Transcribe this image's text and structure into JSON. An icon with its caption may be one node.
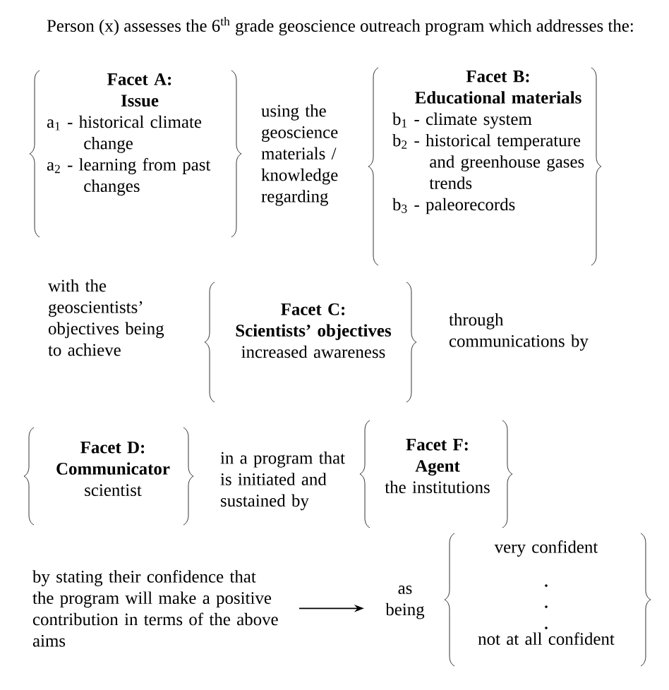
{
  "diagram": {
    "title": "Person (x) assesses the 6$^{th}$ grade geoscience outreach program which addresses the:",
    "nodes": [
      {
        "text": [
          "Facet A:",
          "Issue",
          "a$_{1}$ - historical climate change",
          "a$_{2}$ - learning from past changes"
        ]
      },
      {
        "text": [
          "Facet B:",
          "Educational materials",
          "b$_{1}$ - climate system",
          "b$_{2}$ - historical temperature and greenhouse gases trends",
          "b$_{3}$ - paleorecords"
        ]
      },
      {
        "text": [
          "Facet C:",
          "Scientists’ objectives",
          "increased awareness"
        ]
      },
      {
        "text": [
          "Facet D:",
          "Communicator",
          "scientist"
        ]
      },
      {
        "text": [
          "Facet F:",
          "Agent",
          "the institutions"
        ]
      },
      {
        "text": [
          "by stating their confidence that the program will make a positive contribution in terms of the above aims"
        ]
      },
      {
        "text": [
          "as being"
        ]
      },
      {
        "text": [
          "very confident",
          "not at all confident"
        ]
      }
    ],
    "edges": [
      {
        "from": 5,
        "to": 6,
        "arrow": "to"
      }
    ],
    "labels": [
      "using the geoscience materials / knowledge regarding",
      "with the geoscientists’ objectives being to achieve",
      "through communications by",
      "in a program that is initiated and sustained by"
    ]
  }
}
